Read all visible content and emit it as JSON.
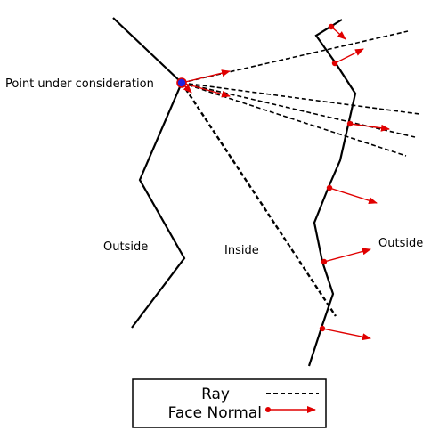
{
  "labels": {
    "point": "Point under consideration",
    "outside_left": "Outside",
    "inside": "Inside",
    "outside_right": "Outside"
  },
  "legend": {
    "ray": "Ray",
    "face_normal": "Face Normal"
  },
  "colors": {
    "boundary": "#000000",
    "ray": "#000000",
    "normal": "#e00000",
    "point_fill": "#2222dd",
    "point_ring": "#e00000"
  }
}
